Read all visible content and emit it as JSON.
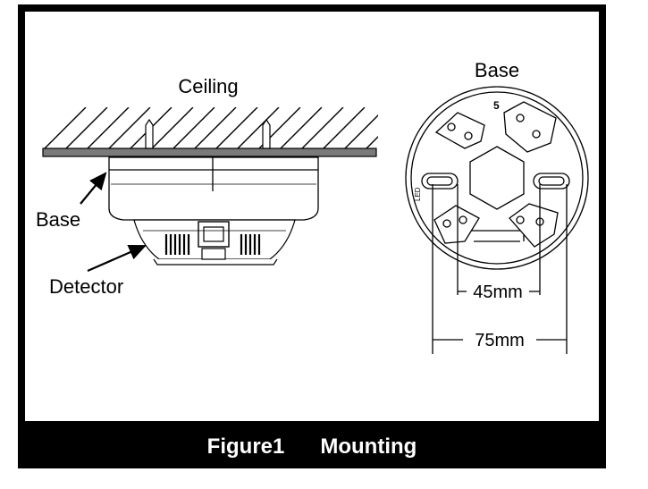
{
  "figure": {
    "labels": {
      "ceiling": "Ceiling",
      "base_left": "Base",
      "detector": "Detector",
      "base_right": "Base",
      "dim_inner": "45mm",
      "dim_outer": "75mm",
      "terminal_5": "5",
      "led": "LED"
    },
    "caption": {
      "figure_number": "Figure1",
      "title": "Mounting"
    }
  }
}
